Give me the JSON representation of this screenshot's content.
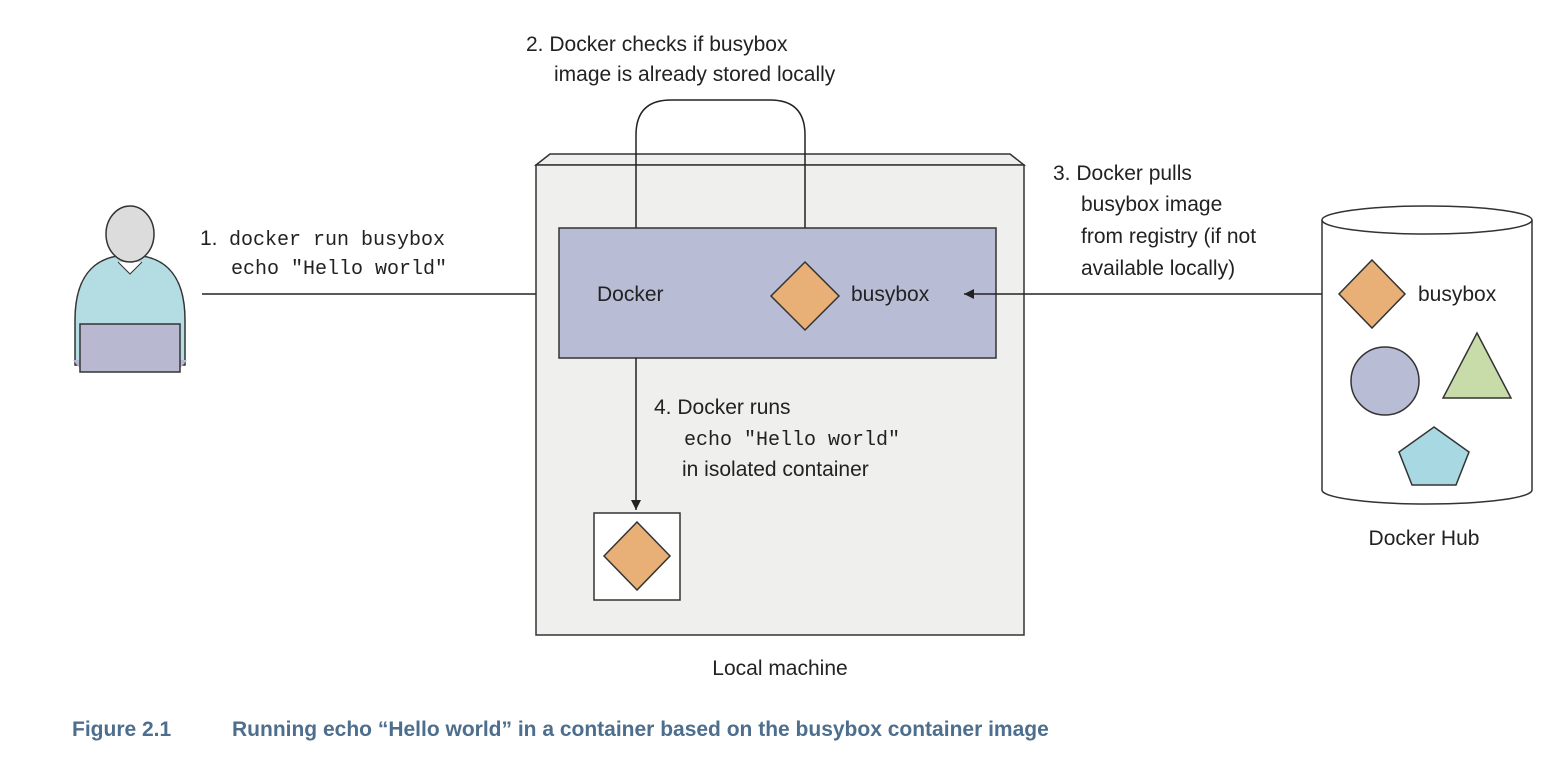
{
  "steps": {
    "step1": {
      "number": "1.",
      "command_line1": "docker run busybox",
      "command_line2": "echo \"Hello world\""
    },
    "step2": {
      "line1": "2. Docker checks if busybox",
      "line2": "image is already stored locally"
    },
    "step3": {
      "line1": "3. Docker pulls",
      "line2": "busybox image",
      "line3": "from registry (if not",
      "line4": "available locally)"
    },
    "step4": {
      "line1": "4. Docker runs",
      "command": "echo \"Hello world\"",
      "line3": "in isolated container"
    }
  },
  "labels": {
    "docker": "Docker",
    "busybox_local": "busybox",
    "busybox_hub": "busybox",
    "local_machine": "Local machine",
    "docker_hub": "Docker Hub"
  },
  "caption": {
    "figure_number": "Figure 2.1",
    "text": "Running echo “Hello world” in a container based on the busybox container image"
  },
  "colors": {
    "machine_fill": "#efefee",
    "docker_box_fill": "#b8bdd5",
    "image_diamond": "#e8b077",
    "circle": "#b8bdd5",
    "triangle": "#c7dca8",
    "pentagon": "#a8d8e2",
    "user_body": "#b3dde2",
    "user_head": "#dcdcdc",
    "laptop": "#b8b8d0",
    "caption_color": "#4d6e8d"
  }
}
